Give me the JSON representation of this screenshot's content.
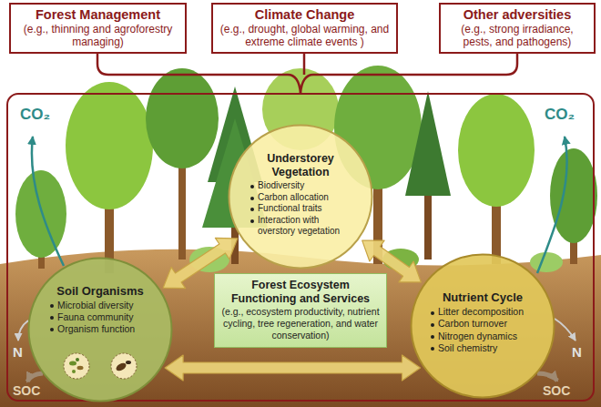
{
  "diagram": {
    "nodes": [
      {
        "text": [
          "Forest Management",
          "(e.g., thinning and agroforestry managing)"
        ]
      },
      {
        "text": [
          "Climate Change",
          "(e.g., drought, global warming, and extreme climate events )"
        ]
      },
      {
        "text": [
          "Other adversities",
          "(e.g., strong irradiance, pests, and pathogens)"
        ]
      },
      {
        "text": [
          "Understorey Vegetation",
          "Biodiversity",
          "Carbon allocation",
          "Functional traits",
          "Interaction with overstory vegetation"
        ]
      },
      {
        "text": [
          "Soil Organisms",
          "Microbial diversity",
          "Fauna community",
          "Organism function"
        ]
      },
      {
        "text": [
          "Forest Ecosystem Functioning and Services",
          "(e.g., ecosystem productivity, nutrient cycling, tree regeneration, and water conservation)"
        ]
      },
      {
        "text": [
          "Nutrient Cycle",
          "Litter decomposition",
          "Carbon turnover",
          "Nitrogen dynamics",
          "Soil chemistry"
        ]
      }
    ],
    "edges": [
      {
        "from": 3,
        "to": 4,
        "arrow": "both"
      },
      {
        "from": 3,
        "to": 6,
        "arrow": "both"
      },
      {
        "from": 4,
        "to": 6,
        "arrow": "both"
      }
    ],
    "labels": [
      "CO₂",
      "CO₂",
      "N",
      "N",
      "SOC",
      "SOC"
    ]
  }
}
